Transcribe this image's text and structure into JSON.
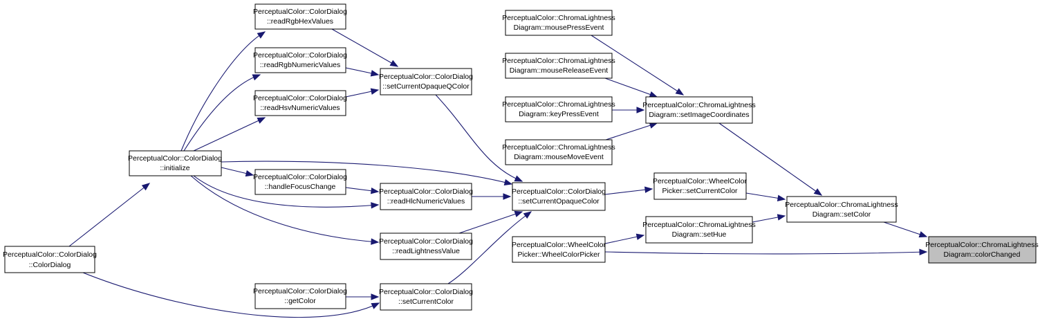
{
  "colors": {
    "edge": "#191970",
    "node_border": "#000000",
    "node_fill": "#ffffff",
    "highlight_fill": "#bfbfbf"
  },
  "nodes": {
    "readRgbHexValues": {
      "line1": "PerceptualColor::ColorDialog",
      "line2": "::readRgbHexValues"
    },
    "readRgbNumericValues": {
      "line1": "PerceptualColor::ColorDialog",
      "line2": "::readRgbNumericValues"
    },
    "readHsvNumericValues": {
      "line1": "PerceptualColor::ColorDialog",
      "line2": "::readHsvNumericValues"
    },
    "initialize": {
      "line1": "PerceptualColor::ColorDialog",
      "line2": "::initialize"
    },
    "handleFocusChange": {
      "line1": "PerceptualColor::ColorDialog",
      "line2": "::handleFocusChange"
    },
    "colorDialogCtor": {
      "line1": "PerceptualColor::ColorDialog",
      "line2": "::ColorDialog"
    },
    "getColor": {
      "line1": "PerceptualColor::ColorDialog",
      "line2": "::getColor"
    },
    "setCurrentOpaqueQColor": {
      "line1": "PerceptualColor::ColorDialog",
      "line2": "::setCurrentOpaqueQColor"
    },
    "readHlcNumericValues": {
      "line1": "PerceptualColor::ColorDialog",
      "line2": "::readHlcNumericValues"
    },
    "readLightnessValue": {
      "line1": "PerceptualColor::ColorDialog",
      "line2": "::readLightnessValue"
    },
    "setCurrentColorDialog": {
      "line1": "PerceptualColor::ColorDialog",
      "line2": "::setCurrentColor"
    },
    "setCurrentOpaqueColor": {
      "line1": "PerceptualColor::ColorDialog",
      "line2": "::setCurrentOpaqueColor"
    },
    "mousePressEvent": {
      "line1": "PerceptualColor::ChromaLightness",
      "line2": "Diagram::mousePressEvent"
    },
    "mouseReleaseEvent": {
      "line1": "PerceptualColor::ChromaLightness",
      "line2": "Diagram::mouseReleaseEvent"
    },
    "keyPressEvent": {
      "line1": "PerceptualColor::ChromaLightness",
      "line2": "Diagram::keyPressEvent"
    },
    "mouseMoveEvent": {
      "line1": "PerceptualColor::ChromaLightness",
      "line2": "Diagram::mouseMoveEvent"
    },
    "wheelSetCurrentColor": {
      "line1": "PerceptualColor::WheelColor",
      "line2": "Picker::setCurrentColor"
    },
    "wheelCtor": {
      "line1": "PerceptualColor::WheelColor",
      "line2": "Picker::WheelColorPicker"
    },
    "setImageCoordinates": {
      "line1": "PerceptualColor::ChromaLightness",
      "line2": "Diagram::setImageCoordinates"
    },
    "setHue": {
      "line1": "PerceptualColor::ChromaLightness",
      "line2": "Diagram::setHue"
    },
    "setColor": {
      "line1": "PerceptualColor::ChromaLightness",
      "line2": "Diagram::setColor"
    },
    "colorChanged": {
      "line1": "PerceptualColor::ChromaLightness",
      "line2": "Diagram::colorChanged"
    }
  }
}
